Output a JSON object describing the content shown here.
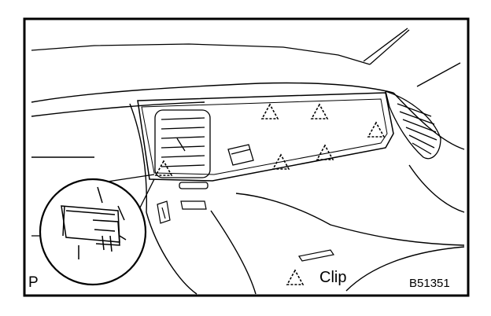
{
  "figure": {
    "corner_label": "P",
    "legend_text": "Clip",
    "figure_code": "B51351"
  },
  "colors": {
    "line": "#000000",
    "background": "#ffffff"
  }
}
